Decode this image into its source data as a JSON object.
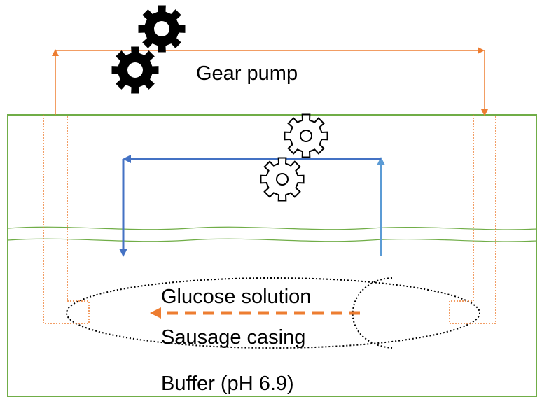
{
  "labels": {
    "gear_pump": "Gear pump",
    "glucose_solution": "Glucose solution",
    "sausage_casing": "Sausage casing",
    "buffer": "Buffer (pH 6.9)"
  },
  "colors": {
    "tank_outline": "#70ad47",
    "orange_flow": "#ed7d31",
    "blue_flow": "#4472c4",
    "blue_riser": "#5b9bd5",
    "gear_fill": "#000000",
    "casing_outline": "#000000"
  },
  "icons": {
    "pump_gears": "gear-icon",
    "blue_loop_gears": "gear-outline-icon"
  }
}
